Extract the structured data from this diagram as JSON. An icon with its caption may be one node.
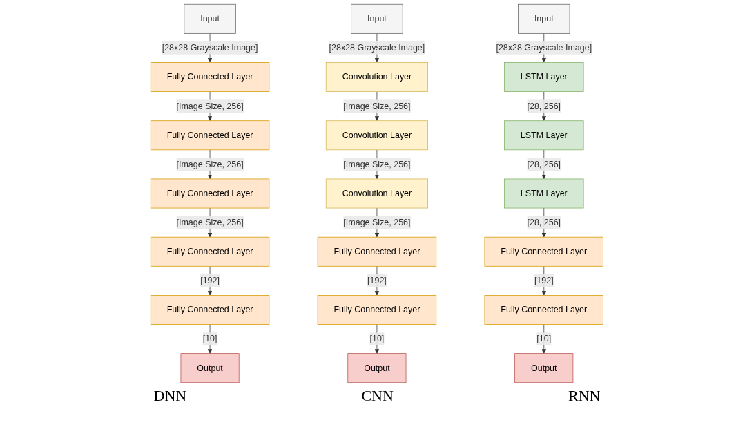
{
  "diagram": {
    "nodes": [
      {
        "text": [
          "Input"
        ]
      },
      {
        "text": [
          "Fully Connected Layer"
        ]
      },
      {
        "text": [
          "Fully Connected Layer"
        ]
      },
      {
        "text": [
          "Fully Connected Layer"
        ]
      },
      {
        "text": [
          "Fully Connected Layer"
        ]
      },
      {
        "text": [
          "Fully Connected Layer"
        ]
      },
      {
        "text": [
          "Output"
        ]
      },
      {
        "text": [
          "Input"
        ]
      },
      {
        "text": [
          "Convolution Layer"
        ]
      },
      {
        "text": [
          "Convolution Layer"
        ]
      },
      {
        "text": [
          "Convolution Layer"
        ]
      },
      {
        "text": [
          "Fully Connected Layer"
        ]
      },
      {
        "text": [
          "Fully Connected Layer"
        ]
      },
      {
        "text": [
          "Output"
        ]
      },
      {
        "text": [
          "Input"
        ]
      },
      {
        "text": [
          "LSTM Layer"
        ]
      },
      {
        "text": [
          "LSTM Layer"
        ]
      },
      {
        "text": [
          "LSTM Layer"
        ]
      },
      {
        "text": [
          "Fully Connected Layer"
        ]
      },
      {
        "text": [
          "Fully Connected Layer"
        ]
      },
      {
        "text": [
          "Output"
        ]
      }
    ],
    "edges": [
      {
        "from": 0,
        "to": 1,
        "arrow": "to",
        "label": "[28x28 Grayscale Image]"
      },
      {
        "from": 1,
        "to": 2,
        "arrow": "to",
        "label": "[Image Size, 256]"
      },
      {
        "from": 2,
        "to": 3,
        "arrow": "to",
        "label": "[Image Size, 256]"
      },
      {
        "from": 3,
        "to": 4,
        "arrow": "to",
        "label": "[Image Size, 256]"
      },
      {
        "from": 4,
        "to": 5,
        "arrow": "to",
        "label": "[192]"
      },
      {
        "from": 5,
        "to": 6,
        "arrow": "to",
        "label": "[10]"
      },
      {
        "from": 7,
        "to": 8,
        "arrow": "to",
        "label": "[28x28 Grayscale Image]"
      },
      {
        "from": 8,
        "to": 9,
        "arrow": "to",
        "label": "[Image Size, 256]"
      },
      {
        "from": 9,
        "to": 10,
        "arrow": "to",
        "label": "[Image Size, 256]"
      },
      {
        "from": 10,
        "to": 11,
        "arrow": "to",
        "label": "[Image Size, 256]"
      },
      {
        "from": 11,
        "to": 12,
        "arrow": "to",
        "label": "[192]"
      },
      {
        "from": 12,
        "to": 13,
        "arrow": "to",
        "label": "[10]"
      },
      {
        "from": 14,
        "to": 15,
        "arrow": "to",
        "label": "[28x28 Grayscale Image]"
      },
      {
        "from": 15,
        "to": 16,
        "arrow": "to",
        "label": "[28, 256]"
      },
      {
        "from": 16,
        "to": 17,
        "arrow": "to",
        "label": "[28, 256]"
      },
      {
        "from": 17,
        "to": 18,
        "arrow": "to",
        "label": "[28, 256]"
      },
      {
        "from": 18,
        "to": 19,
        "arrow": "to",
        "label": "[192]"
      },
      {
        "from": 19,
        "to": 20,
        "arrow": "to",
        "label": "[10]"
      }
    ],
    "labels": [
      "DNN",
      "CNN",
      "RNN"
    ]
  }
}
